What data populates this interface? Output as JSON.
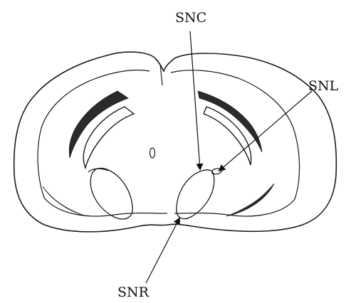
{
  "labels": {
    "snc": "SNC",
    "snl": "SNL",
    "snr": "SNR"
  },
  "colors": {
    "outline": "#1a1a1a",
    "fill": "#ffffff",
    "dark_band": "#2b2b2b"
  }
}
